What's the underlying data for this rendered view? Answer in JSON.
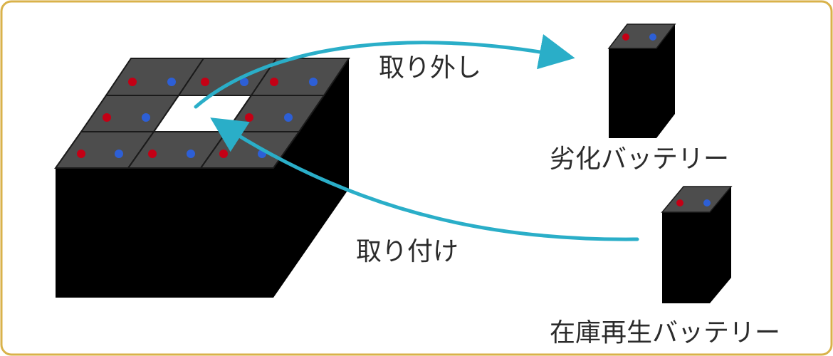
{
  "colors": {
    "border": "#d9b24a",
    "block": "#000000",
    "cell_top": "#4d4d4d",
    "cell_grid": "#222222",
    "slot": "#ffffff",
    "arrow": "#2aaec8",
    "positive_terminal": "#c40015",
    "negative_terminal": "#2d5fd6",
    "text": "#2b2b2b"
  },
  "labels": {
    "remove": "取り外し",
    "install": "取り付け",
    "degraded_battery": "劣化バッテリー",
    "regenerated_battery": "在庫再生バッテリー"
  },
  "icons": {
    "removal_arrow": "curved-arrow-right",
    "install_arrow": "curved-arrow-left"
  },
  "module": {
    "grid": "3x3",
    "empty_slot": "center"
  }
}
